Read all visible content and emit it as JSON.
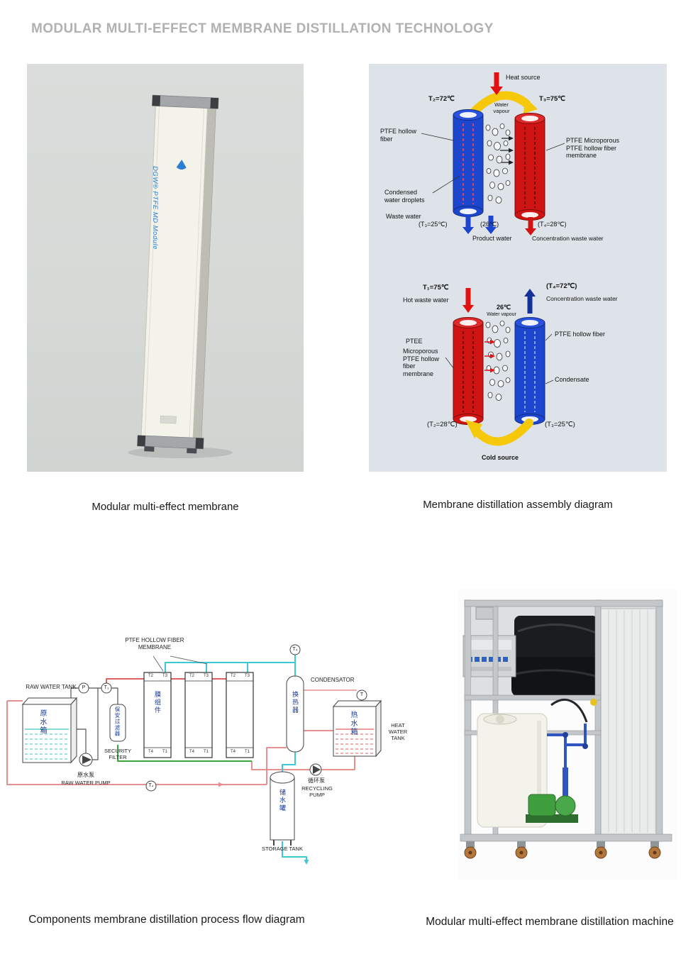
{
  "title": "MODULAR MULTI-EFFECT MEMBRANE DISTILLATION TECHNOLOGY",
  "captions": {
    "module": "Modular multi-effect membrane",
    "assembly": "Membrane distillation assembly diagram",
    "flow": "Components membrane distillation process flow diagram",
    "machine": "Modular multi-effect membrane distillation machine"
  },
  "module_photo": {
    "logo": "DGW® PTFE MD Module"
  },
  "assembly": {
    "top": {
      "heat_source": "Heat source",
      "t2": "T₂=72℃",
      "t3": "T₃=75℃",
      "water_vapour": "Water vapour",
      "ptfe_hollow_fiber": "PTFE hollow fiber",
      "ptfe_microporous": "PTFE Microporous PTFE hollow fiber membrane",
      "condensed_droplets": "Condensed water droplets",
      "waste_water": "Waste water",
      "t3_25": "(T₃=25℃)",
      "c26": "(26℃)",
      "product_water": "Product water",
      "t4_28": "(T₄=28℃)",
      "concentration_waste_water": "Concentration waste water"
    },
    "bottom": {
      "t1": "T₁=75℃",
      "hot_waste_water": "Hot waste water",
      "t4_72": "(T₄=72℃)",
      "concentration_waste_water": "Concentration waste water",
      "c26": "26℃",
      "water_vapour": "Water vapour",
      "ptfe_hollow_fiber": "PTFE  hollow fiber",
      "ptee": "PTEE",
      "microporous_membrane": "Microporous PTFE hollow fiber membrane",
      "condensate": "Condensate",
      "t2_28": "(T₂=28℃)",
      "t3_25": "(T₃=25℃)",
      "cold_source": "Cold source"
    }
  },
  "flow": {
    "membrane_header": "PTFE HOLLOW FIBER MEMBRANE",
    "raw_water_tank": "RAW WATER TANK",
    "raw_water_tank_cn": "原水箱",
    "gauge_p": "P",
    "gauge_t1": "T₁",
    "gauge_t4_top": "T₄",
    "gauge_t4_bottom": "T₄",
    "gauge_t": "T",
    "security_filter_cn": "保安过滤器",
    "security_filter": "SECURITY FILTER",
    "raw_water_pump_cn": "原水泵",
    "raw_water_pump": "RAW WATER PUMP",
    "module_cn": "膜组件",
    "condenser_cn": "换热器",
    "condensator": "CONDENSATOR",
    "heat_water_tank_cn": "热水箱",
    "heat_water_tank": "HEAT WATER TANK",
    "recycling_pump_cn": "循环泵",
    "recycling_pump": "RECYCLING PUMP",
    "storage_tank_cn": "储水罐",
    "storage_tank": "STORAGE TANK",
    "port_t2": "T2",
    "port_t3": "T3",
    "port_t4": "T4",
    "port_t1": "T1"
  }
}
